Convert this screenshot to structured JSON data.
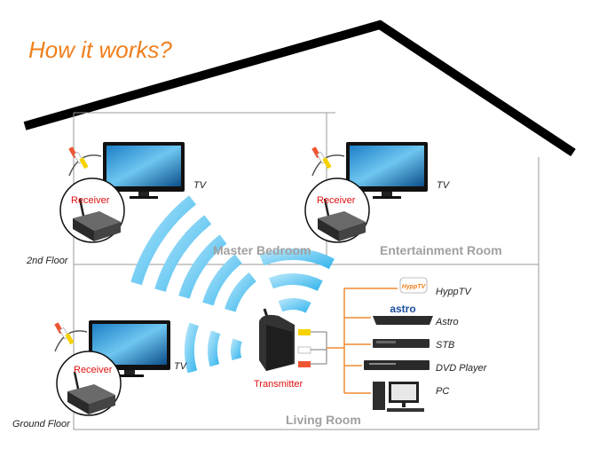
{
  "title": "How it works?",
  "floors": {
    "upper": "2nd Floor",
    "ground": "Ground Floor"
  },
  "rooms": {
    "master": "Master Bedroom",
    "entertainment": "Entertainment Room",
    "living": "Living Room"
  },
  "receiver_label": "Receiver",
  "transmitter_label": "Transmitter",
  "tv_label": "TV",
  "sources": [
    "HyppTV",
    "Astro",
    "STB",
    "DVD Player",
    "PC"
  ],
  "source_brand_text": {
    "hypptv": "HyppTV",
    "astro": "astro"
  },
  "colors": {
    "title": "#f07f1d",
    "wave": "#33b8ee",
    "room_label": "#a0a0a0",
    "receiver_label": "#e01010",
    "wall": "#000000",
    "wire": "#f08a30"
  }
}
